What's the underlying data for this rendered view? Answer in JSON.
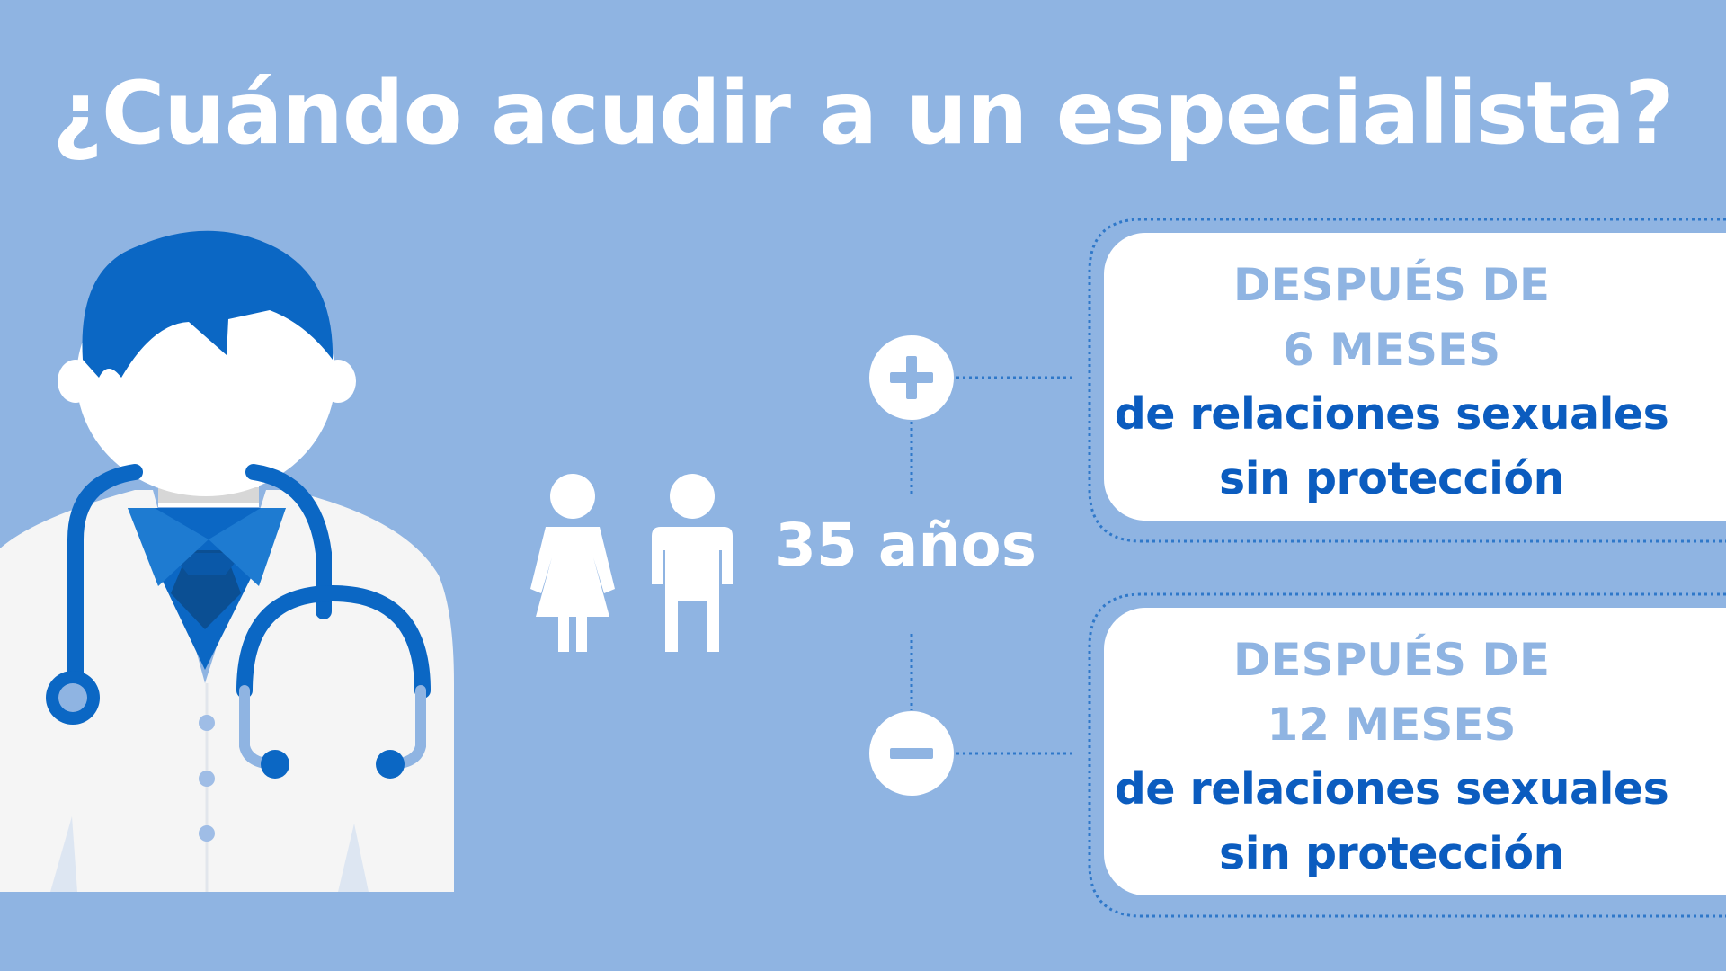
{
  "title": "¿Cuándo acudir a un especialista?",
  "age": "35 años",
  "colors": {
    "background": "#8fb4e2",
    "accent_blue": "#0b67c4",
    "dark_blue": "#0b5cbf",
    "light_blue_text": "#8fb4e2",
    "white": "#ffffff"
  },
  "icons": {
    "plus": "plus-icon",
    "minus": "minus-icon",
    "woman": "woman-icon",
    "man": "man-icon",
    "doctor": "doctor-illustration"
  },
  "cards": [
    {
      "line1": "DESPUÉS DE",
      "line2": "6 MESES",
      "line3": "de relaciones sexuales",
      "line4": "sin protección"
    },
    {
      "line1": "DESPUÉS DE",
      "line2": "12 MESES",
      "line3": "de relaciones sexuales",
      "line4": "sin protección"
    }
  ]
}
